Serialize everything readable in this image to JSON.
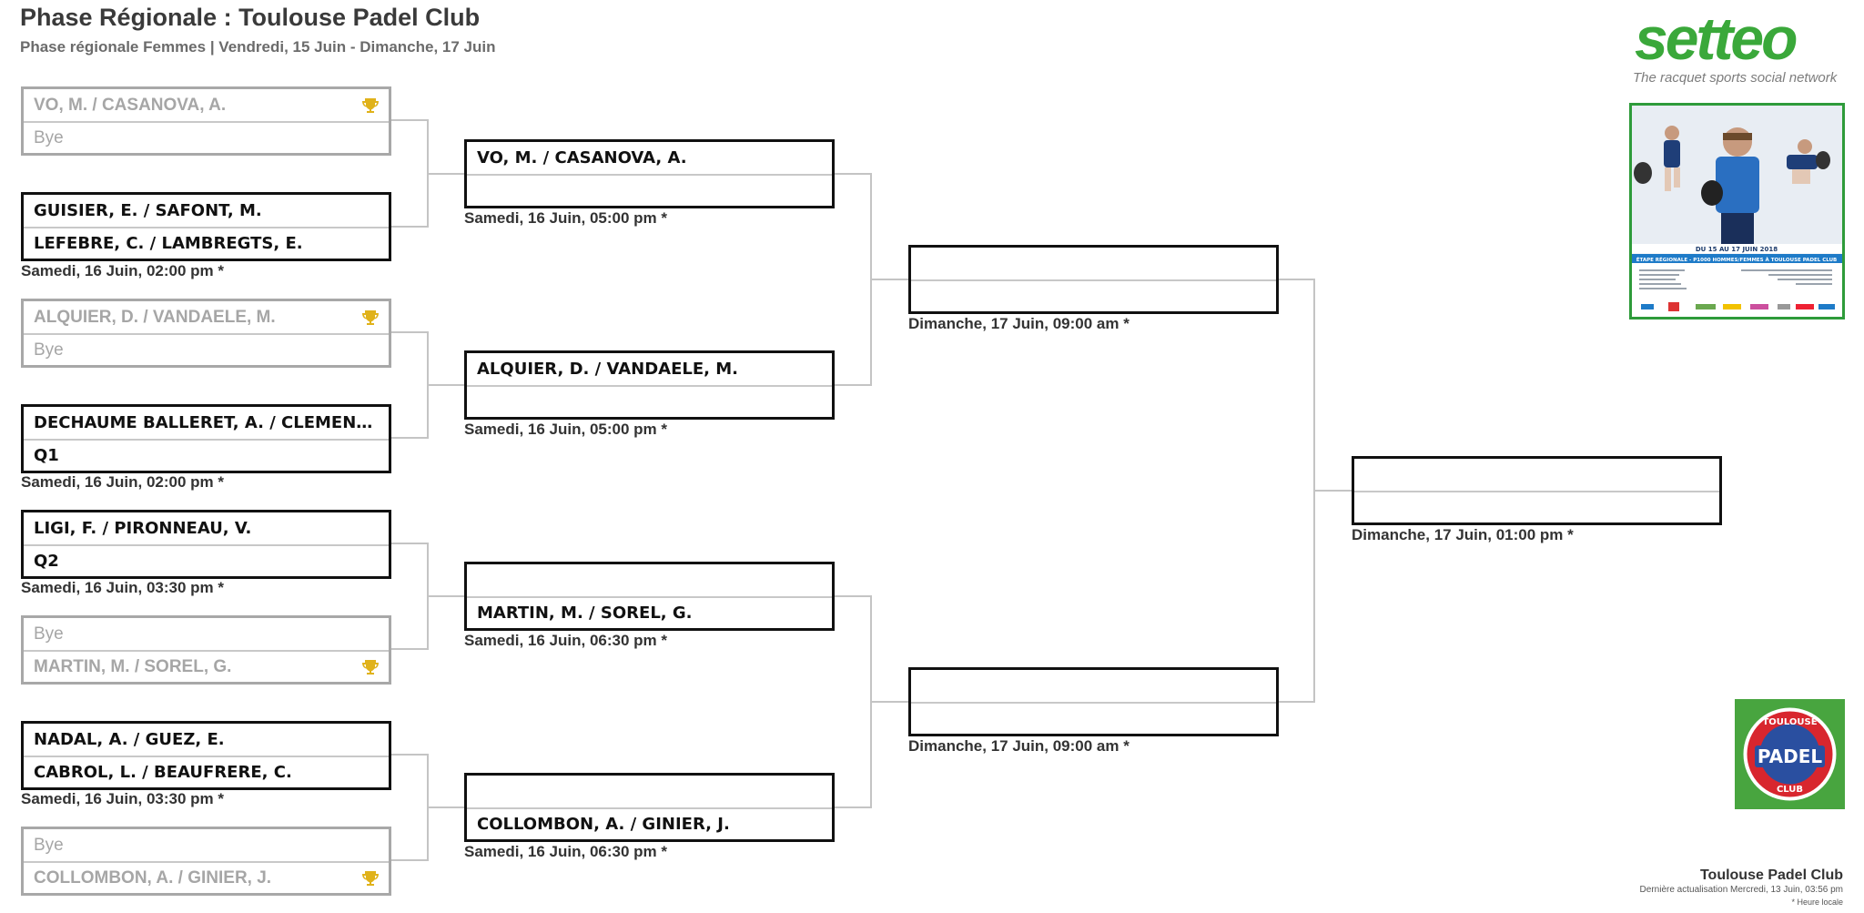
{
  "header": {
    "title": "Phase Régionale : Toulouse Padel Club",
    "subtitle": "Phase régionale Femmes | Vendredi, 15 Juin - Dimanche, 17 Juin"
  },
  "round1": [
    {
      "p1": "VO, M. / CASANOVA, A.",
      "p2": "Bye",
      "time": ""
    },
    {
      "p1": "GUISIER, E. / SAFONT, M.",
      "p2": "LEFEBRE, C. / LAMBREGTS, E.",
      "time": "Samedi, 16 Juin, 02:00 pm *"
    },
    {
      "p1": "ALQUIER, D. / VANDAELE, M.",
      "p2": "Bye",
      "time": ""
    },
    {
      "p1": "DECHAUME BALLERET, A. / CLEMENT, K...",
      "p2": "Q1",
      "time": "Samedi, 16 Juin, 02:00 pm *"
    },
    {
      "p1": "LIGI, F. / PIRONNEAU, V.",
      "p2": "Q2",
      "time": "Samedi, 16 Juin, 03:30 pm *"
    },
    {
      "p1": "Bye",
      "p2": "MARTIN, M. / SOREL, G.",
      "time": ""
    },
    {
      "p1": "NADAL, A. / GUEZ, E.",
      "p2": "CABROL, L. / BEAUFRERE, C.",
      "time": "Samedi, 16 Juin, 03:30 pm *"
    },
    {
      "p1": "Bye",
      "p2": "COLLOMBON, A. / GINIER, J.",
      "time": ""
    }
  ],
  "round2": [
    {
      "p1": "VO, M. / CASANOVA, A.",
      "p2": "",
      "time": "Samedi, 16 Juin, 05:00 pm *"
    },
    {
      "p1": "ALQUIER, D. / VANDAELE, M.",
      "p2": "",
      "time": "Samedi, 16 Juin, 05:00 pm *"
    },
    {
      "p1": "",
      "p2": "MARTIN, M. / SOREL, G.",
      "time": "Samedi, 16 Juin, 06:30 pm *"
    },
    {
      "p1": "",
      "p2": "COLLOMBON, A. / GINIER, J.",
      "time": "Samedi, 16 Juin, 06:30 pm *"
    }
  ],
  "round3": [
    {
      "p1": "",
      "p2": "",
      "time": "Dimanche, 17 Juin, 09:00 am *"
    },
    {
      "p1": "",
      "p2": "",
      "time": "Dimanche, 17 Juin, 09:00 am *"
    }
  ],
  "final": {
    "p1": "",
    "p2": "",
    "time": "Dimanche, 17 Juin, 01:00 pm *"
  },
  "logo": {
    "brand": "setteo",
    "tagline": "The racquet sports social network"
  },
  "poster": {
    "dates": "DU 15 AU 17 JUIN 2018",
    "event": "ÉTAPE RÉGIONALE - P1000 HOMMES/FEMMES À TOULOUSE PADEL CLUB"
  },
  "club_logo": {
    "top": "TOULOUSE",
    "middle": "PADEL",
    "bottom": "CLUB"
  },
  "footer": {
    "club": "Toulouse Padel Club",
    "updated": "Dernière actualisation Mercredi, 13 Juin, 03:56 pm",
    "note": "* Heure locale"
  },
  "colors": {
    "brand_green": "#3aa83a",
    "brand_yellow": "#d6c21c",
    "trophy": "#e0b21a",
    "bracket_line": "#c4c4c4"
  }
}
